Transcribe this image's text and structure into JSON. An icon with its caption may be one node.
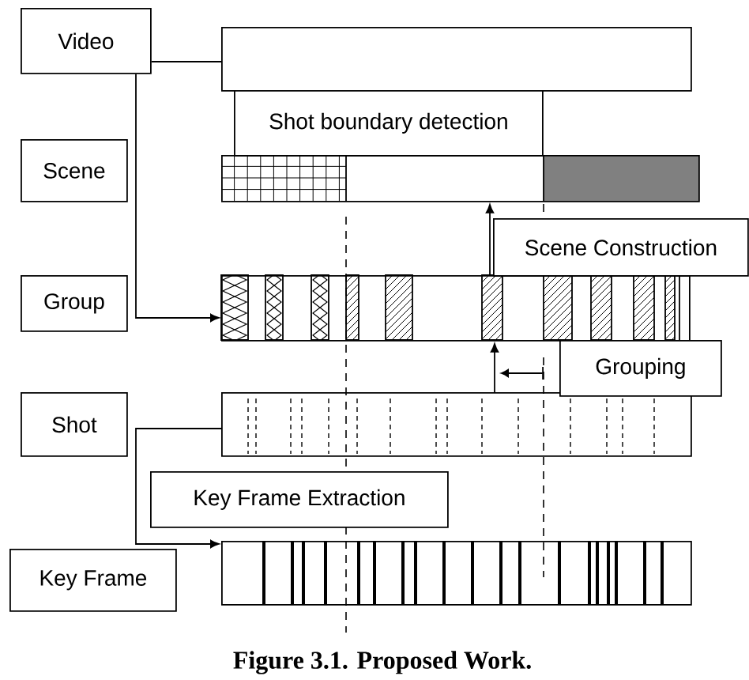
{
  "diagram": {
    "caption": "Figure 3.1. Proposed Work.",
    "nodes": [
      {
        "text": [
          "Video"
        ]
      },
      {
        "text": [],
        "shape": "bar"
      },
      {
        "text": [
          "Shot boundary detection"
        ]
      },
      {
        "text": [
          "Scene"
        ]
      },
      {
        "text": [],
        "shape": "bar"
      },
      {
        "text": [
          "Scene Construction"
        ]
      },
      {
        "text": [
          "Group"
        ]
      },
      {
        "text": [],
        "shape": "bar"
      },
      {
        "text": [
          "Grouping"
        ]
      },
      {
        "text": [
          "Shot"
        ]
      },
      {
        "text": [],
        "shape": "bar"
      },
      {
        "text": [
          "Key Frame Extraction"
        ]
      },
      {
        "text": [
          "Key Frame"
        ]
      },
      {
        "text": [],
        "shape": "bar"
      }
    ],
    "edges": [
      {
        "from": 0,
        "to": 1,
        "arrow": "none"
      },
      {
        "from": 0,
        "to": 7,
        "arrow": "to"
      },
      {
        "from": 7,
        "to": 4,
        "arrow": "to"
      },
      {
        "from": 10,
        "to": 7,
        "arrow": "to"
      },
      {
        "from": 10,
        "to": 13,
        "arrow": "to"
      }
    ]
  }
}
